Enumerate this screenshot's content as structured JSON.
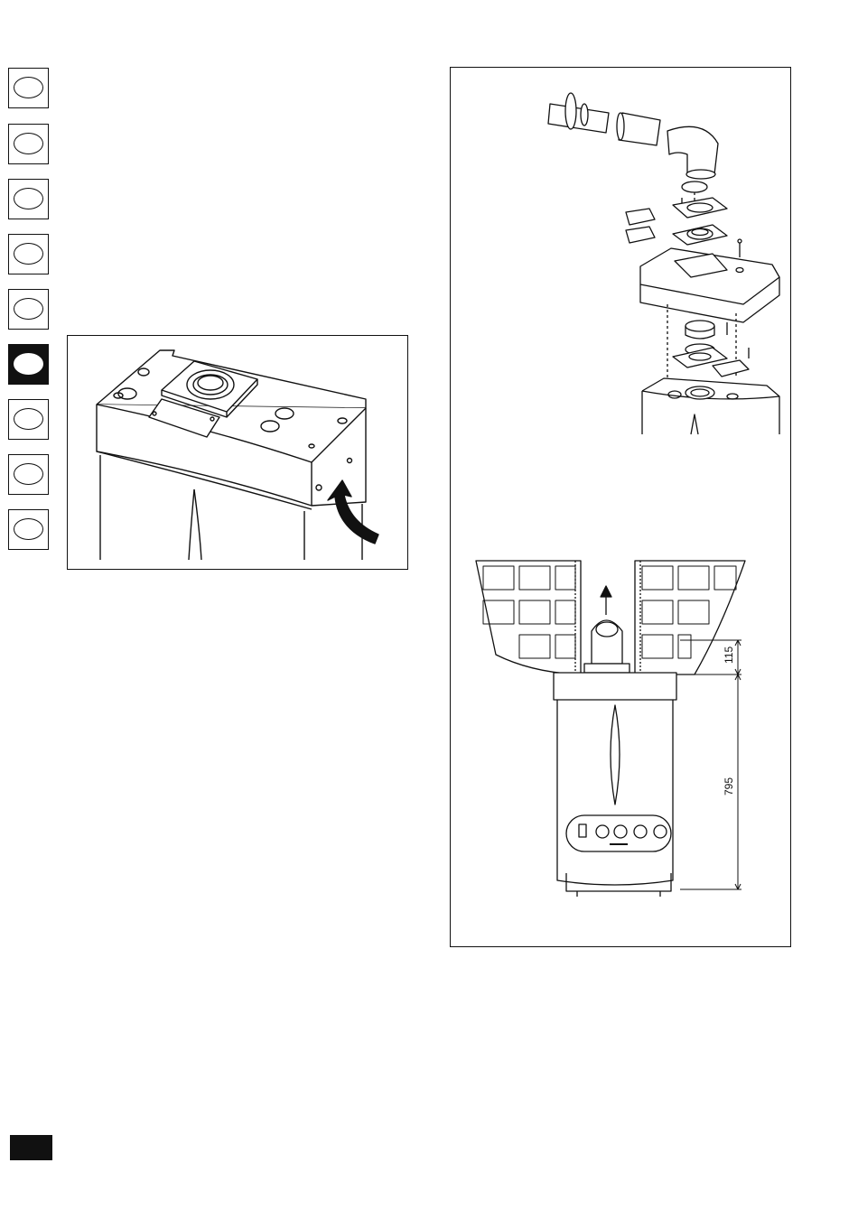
{
  "language_tabs": [
    {
      "id": "tab-1",
      "active": false
    },
    {
      "id": "tab-2",
      "active": false
    },
    {
      "id": "tab-3",
      "active": false
    },
    {
      "id": "tab-4",
      "active": false
    },
    {
      "id": "tab-5",
      "active": false
    },
    {
      "id": "tab-6",
      "active": true
    },
    {
      "id": "tab-7",
      "active": false
    },
    {
      "id": "tab-8",
      "active": false
    },
    {
      "id": "tab-9",
      "active": false
    }
  ],
  "figures": {
    "installation": {
      "dimensions": {
        "flue_height": "115",
        "boiler_height": "795"
      }
    }
  },
  "colors": {
    "ink": "#111111",
    "paper": "#ffffff"
  }
}
